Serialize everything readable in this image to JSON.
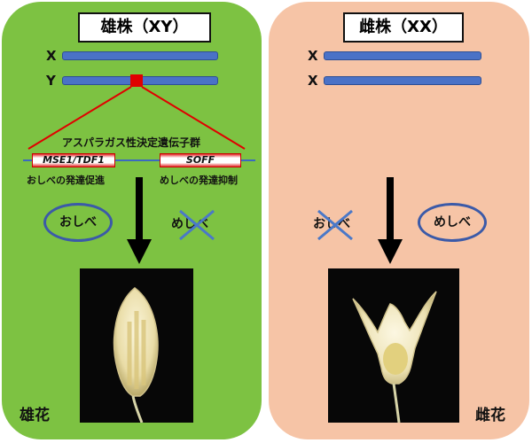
{
  "colors": {
    "male_bg": "#7dc242",
    "female_bg": "#f6c4a6",
    "chromosome": "#4a72c7",
    "highlight": "#e00000",
    "cross": "#4a78c8",
    "ellipse": "#3b5aa8"
  },
  "male": {
    "title": "雄株（XY）",
    "chrom_x_label": "X",
    "chrom_y_label": "Y",
    "gene_region_label": "アスパラガス性決定遺伝子群",
    "genes": [
      {
        "name": "MSE1/TDF1",
        "function": "おしべの発達促進"
      },
      {
        "name": "SOFF",
        "function": "めしべの発達抑制"
      }
    ],
    "organ_present": "おしべ",
    "organ_absent": "めしべ",
    "flower_label": "雄花"
  },
  "female": {
    "title": "雌株（XX）",
    "chrom_x1_label": "X",
    "chrom_x2_label": "X",
    "organ_absent": "おしべ",
    "organ_present": "めしべ",
    "flower_label": "雌花"
  }
}
